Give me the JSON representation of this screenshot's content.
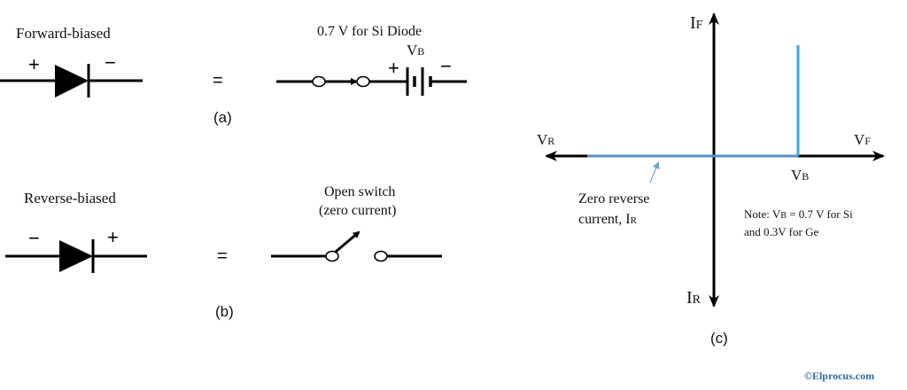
{
  "panel_a": {
    "title": "Forward-biased",
    "plus": "+",
    "minus": "−",
    "equals": "=",
    "circuit_title": "0.7 V for Si Diode",
    "battery_label_main": "V",
    "battery_label_sub": "B",
    "battery_plus": "+",
    "battery_minus": "−",
    "caption": "(a)"
  },
  "panel_b": {
    "title": "Reverse-biased",
    "minus": "−",
    "plus": "+",
    "equals": "=",
    "switch_title_line1": "Open switch",
    "switch_title_line2": "(zero current)",
    "caption": "(b)"
  },
  "panel_c": {
    "y_pos_main": "I",
    "y_pos_sub": "F",
    "y_neg_main": "I",
    "y_neg_sub": "R",
    "x_neg_main": "V",
    "x_neg_sub": "R",
    "x_pos_main": "V",
    "x_pos_sub": "F",
    "knee_main": "V",
    "knee_sub": "B",
    "annotation_line1": "Zero reverse",
    "annotation_line2_main": "current, I",
    "annotation_line2_sub": "R",
    "note_line1_a": "Note: V",
    "note_line1_sub": "B",
    "note_line1_b": " = 0.7 V for Si",
    "note_line2": "and 0.3V for Ge",
    "caption": "(c)",
    "colors": {
      "characteristic": "#3aa5dc",
      "reverse_line": "#5a8fc8",
      "annotation": "#6fa5d6"
    }
  },
  "watermark": {
    "text": "©Elprocus.com",
    "color": "#2e6da4"
  }
}
